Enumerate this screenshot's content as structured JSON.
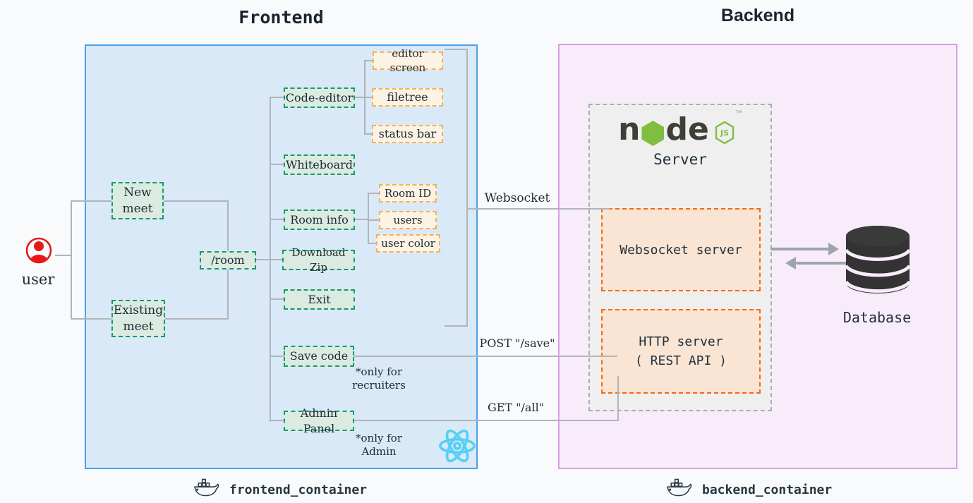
{
  "titles": {
    "frontend": "Frontend",
    "backend": "Backend"
  },
  "actor": {
    "label": "user"
  },
  "frontend": {
    "nodes": {
      "new_meet": "New\nmeet",
      "existing_meet": "Existing\nmeet",
      "room": "/room",
      "code_editor": "Code-editor",
      "whiteboard": "Whiteboard",
      "room_info": "Room info",
      "download_zip": "Download Zip",
      "exit": "Exit",
      "save_code": "Save code",
      "admin_panel": "Admin Panel"
    },
    "subnodes": {
      "editor_screen": "editor screen",
      "filetree": "filetree",
      "status_bar": "status bar",
      "room_id": "Room ID",
      "users": "users",
      "user_color": "user color"
    },
    "notes": {
      "recruiters": "*only for\nrecruiters",
      "admin": "*only for\nAdmin"
    },
    "container_label": "frontend_container"
  },
  "backend": {
    "server_title": "Server",
    "websocket_server": "Websocket server",
    "http_server": "HTTP server\n( REST API )",
    "database_label": "Database",
    "container_label": "backend_container",
    "node_brand": {
      "n": "n",
      "d": "d",
      "e": "e",
      "js": "JS",
      "tm": "™"
    }
  },
  "edges": {
    "websocket": "Websocket",
    "post": "POST \"/save\"",
    "get": "GET \"/all\""
  },
  "palette": {
    "page_bg": "#f8fafc",
    "frontend_fill": "#d9e9f8",
    "frontend_border": "#49a1e9",
    "backend_fill": "#f8ecfb",
    "backend_border": "#d9a0e2",
    "green_fill": "#dcebe2",
    "green_border": "#169a6a",
    "cream_fill": "#fdf3e4",
    "cream_border": "#f2b25c",
    "server_fill": "#efeff0",
    "server_border": "#a8aeb4",
    "peach_fill": "#fae4d4",
    "orange_border": "#f26a0e",
    "connector": "#b1b4b8",
    "arrow": "#9ea4a9",
    "react_cyan": "#56d0f5",
    "node_green": "#7fbe41",
    "user_red": "#e61919",
    "dark_text": "#1e2a33"
  }
}
